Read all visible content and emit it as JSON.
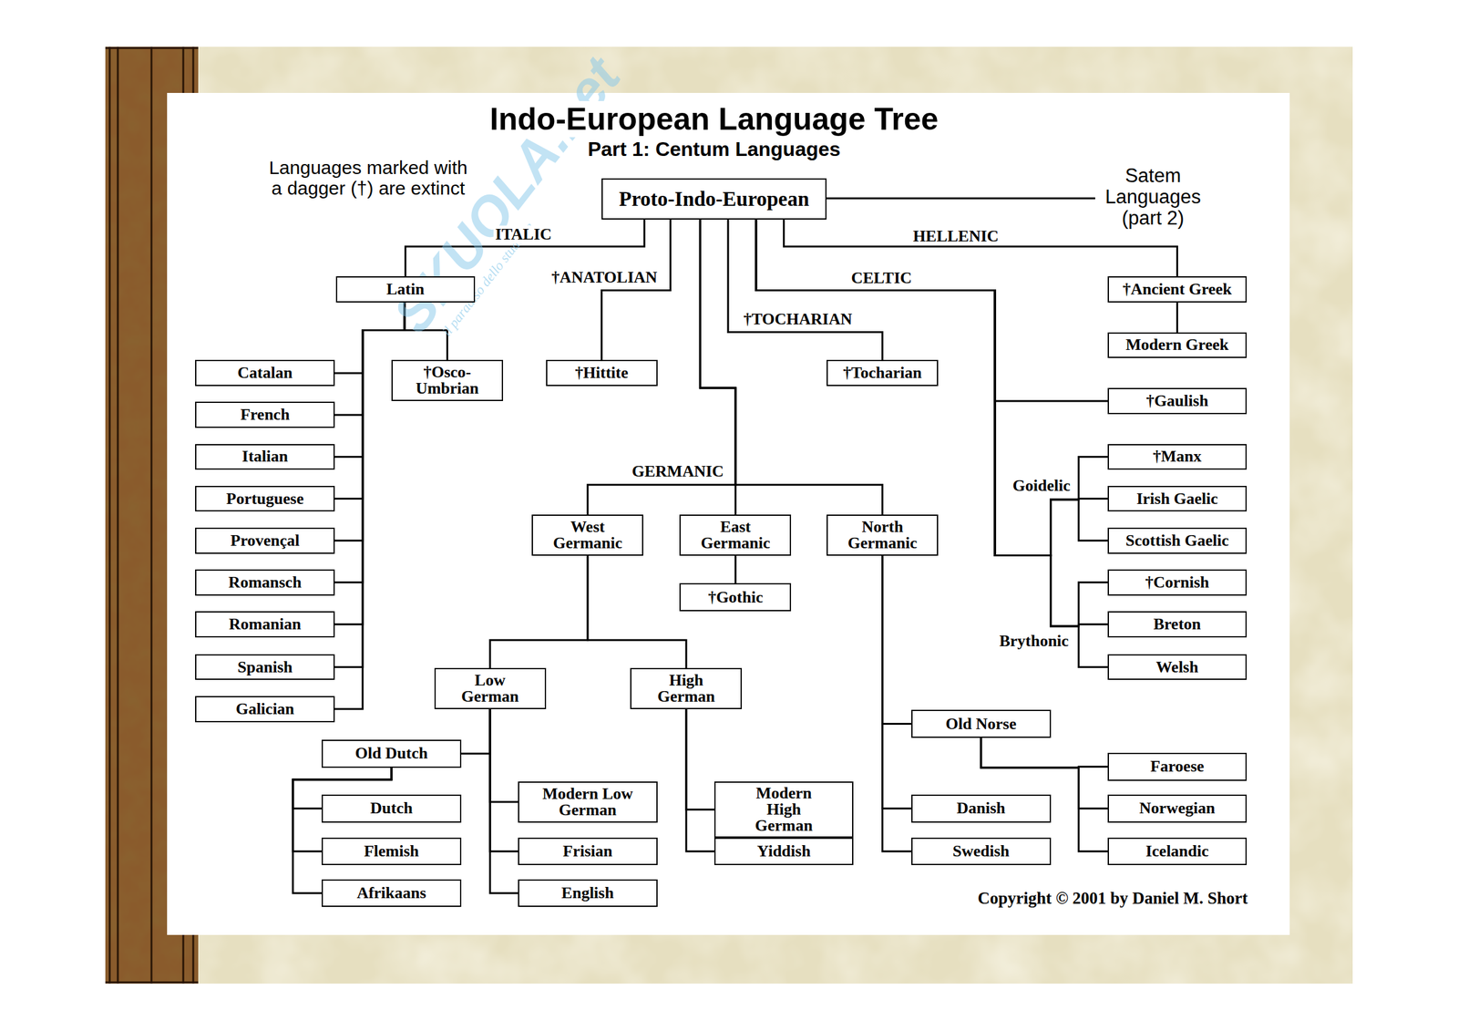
{
  "diagram": {
    "title": "Indo-European Language Tree",
    "nodes": [
      {
        "text": [
          "Proto-Indo-European"
        ]
      },
      {
        "text": [
          "Latin"
        ]
      },
      {
        "text": [
          "†Hittite"
        ]
      },
      {
        "text": [
          "†Tocharian"
        ]
      },
      {
        "text": [
          "†Ancient Greek"
        ]
      },
      {
        "text": [
          "Modern Greek"
        ]
      },
      {
        "text": [
          "Catalan"
        ]
      },
      {
        "text": [
          "†Osco-Umbrian"
        ]
      },
      {
        "text": [
          "French"
        ]
      },
      {
        "text": [
          "Italian"
        ]
      },
      {
        "text": [
          "Portuguese"
        ]
      },
      {
        "text": [
          "Provençal"
        ]
      },
      {
        "text": [
          "Romansch"
        ]
      },
      {
        "text": [
          "Romanian"
        ]
      },
      {
        "text": [
          "Spanish"
        ]
      },
      {
        "text": [
          "Galician"
        ]
      },
      {
        "text": [
          "†Gaulish"
        ]
      },
      {
        "text": [
          "West Germanic"
        ]
      },
      {
        "text": [
          "East Germanic"
        ]
      },
      {
        "text": [
          "North Germanic"
        ]
      },
      {
        "text": [
          "†Manx"
        ]
      },
      {
        "text": [
          "Irish Gaelic"
        ]
      },
      {
        "text": [
          "Scottish Gaelic"
        ]
      },
      {
        "text": [
          "†Gothic"
        ]
      },
      {
        "text": [
          "†Cornish"
        ]
      },
      {
        "text": [
          "Breton"
        ]
      },
      {
        "text": [
          "Welsh"
        ]
      },
      {
        "text": [
          "Low German"
        ]
      },
      {
        "text": [
          "High German"
        ]
      },
      {
        "text": [
          "Old Norse"
        ]
      },
      {
        "text": [
          "Old Dutch"
        ]
      },
      {
        "text": [
          "Faroese"
        ]
      },
      {
        "text": [
          "Dutch"
        ]
      },
      {
        "text": [
          "Modern Low German"
        ]
      },
      {
        "text": [
          "Modern High German"
        ]
      },
      {
        "text": [
          "Danish"
        ]
      },
      {
        "text": [
          "Norwegian"
        ]
      },
      {
        "text": [
          "Flemish"
        ]
      },
      {
        "text": [
          "Frisian"
        ]
      },
      {
        "text": [
          "Yiddish"
        ]
      },
      {
        "text": [
          "Swedish"
        ]
      },
      {
        "text": [
          "Icelandic"
        ]
      },
      {
        "text": [
          "Afrikaans"
        ]
      },
      {
        "text": [
          "English"
        ]
      }
    ],
    "edges": [
      {
        "from": 0,
        "to": 1,
        "arrow": "none"
      },
      {
        "from": 0,
        "to": 2,
        "arrow": "none"
      },
      {
        "from": 0,
        "to": 3,
        "arrow": "none"
      },
      {
        "from": 0,
        "to": 4,
        "arrow": "none"
      },
      {
        "from": 0,
        "to": 17,
        "arrow": "none"
      },
      {
        "from": 0,
        "to": 18,
        "arrow": "none"
      },
      {
        "from": 0,
        "to": 19,
        "arrow": "none"
      },
      {
        "from": 0,
        "to": 16,
        "arrow": "none"
      },
      {
        "from": 0,
        "to": 20,
        "arrow": "none"
      },
      {
        "from": 0,
        "to": 21,
        "arrow": "none"
      },
      {
        "from": 0,
        "to": 22,
        "arrow": "none"
      },
      {
        "from": 0,
        "to": 24,
        "arrow": "none"
      },
      {
        "from": 0,
        "to": 25,
        "arrow": "none"
      },
      {
        "from": 0,
        "to": 26,
        "arrow": "none"
      },
      {
        "from": 4,
        "to": 5,
        "arrow": "none"
      },
      {
        "from": 1,
        "to": 6,
        "arrow": "none"
      },
      {
        "from": 1,
        "to": 8,
        "arrow": "none"
      },
      {
        "from": 1,
        "to": 9,
        "arrow": "none"
      },
      {
        "from": 1,
        "to": 10,
        "arrow": "none"
      },
      {
        "from": 1,
        "to": 11,
        "arrow": "none"
      },
      {
        "from": 1,
        "to": 12,
        "arrow": "none"
      },
      {
        "from": 1,
        "to": 13,
        "arrow": "none"
      },
      {
        "from": 1,
        "to": 14,
        "arrow": "none"
      },
      {
        "from": 1,
        "to": 15,
        "arrow": "none"
      },
      {
        "from": 1,
        "to": 7,
        "arrow": "none"
      },
      {
        "from": 17,
        "to": 27,
        "arrow": "none"
      },
      {
        "from": 17,
        "to": 28,
        "arrow": "none"
      },
      {
        "from": 18,
        "to": 23,
        "arrow": "none"
      },
      {
        "from": 19,
        "to": 29,
        "arrow": "none"
      },
      {
        "from": 19,
        "to": 35,
        "arrow": "none"
      },
      {
        "from": 19,
        "to": 40,
        "arrow": "none"
      },
      {
        "from": 29,
        "to": 31,
        "arrow": "none"
      },
      {
        "from": 29,
        "to": 36,
        "arrow": "none"
      },
      {
        "from": 29,
        "to": 41,
        "arrow": "none"
      },
      {
        "from": 27,
        "to": 30,
        "arrow": "none"
      },
      {
        "from": 27,
        "to": 33,
        "arrow": "none"
      },
      {
        "from": 27,
        "to": 38,
        "arrow": "none"
      },
      {
        "from": 27,
        "to": 43,
        "arrow": "none"
      },
      {
        "from": 30,
        "to": 32,
        "arrow": "none"
      },
      {
        "from": 30,
        "to": 37,
        "arrow": "none"
      },
      {
        "from": 30,
        "to": 42,
        "arrow": "none"
      },
      {
        "from": 28,
        "to": 34,
        "arrow": "none"
      },
      {
        "from": 28,
        "to": 39,
        "arrow": "none"
      }
    ],
    "labels": [
      "SKUOLA.net",
      "il paradiso dello studente",
      "Part 1: Centum Languages",
      "Languages marked with a dagger (†) are extinct",
      "Satem Languages (part 2)",
      "ITALIC",
      "HELLENIC",
      "†ANATOLIAN",
      "CELTIC",
      "†TOCHARIAN",
      "GERMANIC",
      "Goidelic",
      "Brythonic",
      "Copyright © 2001 by Daniel M. Short"
    ]
  }
}
